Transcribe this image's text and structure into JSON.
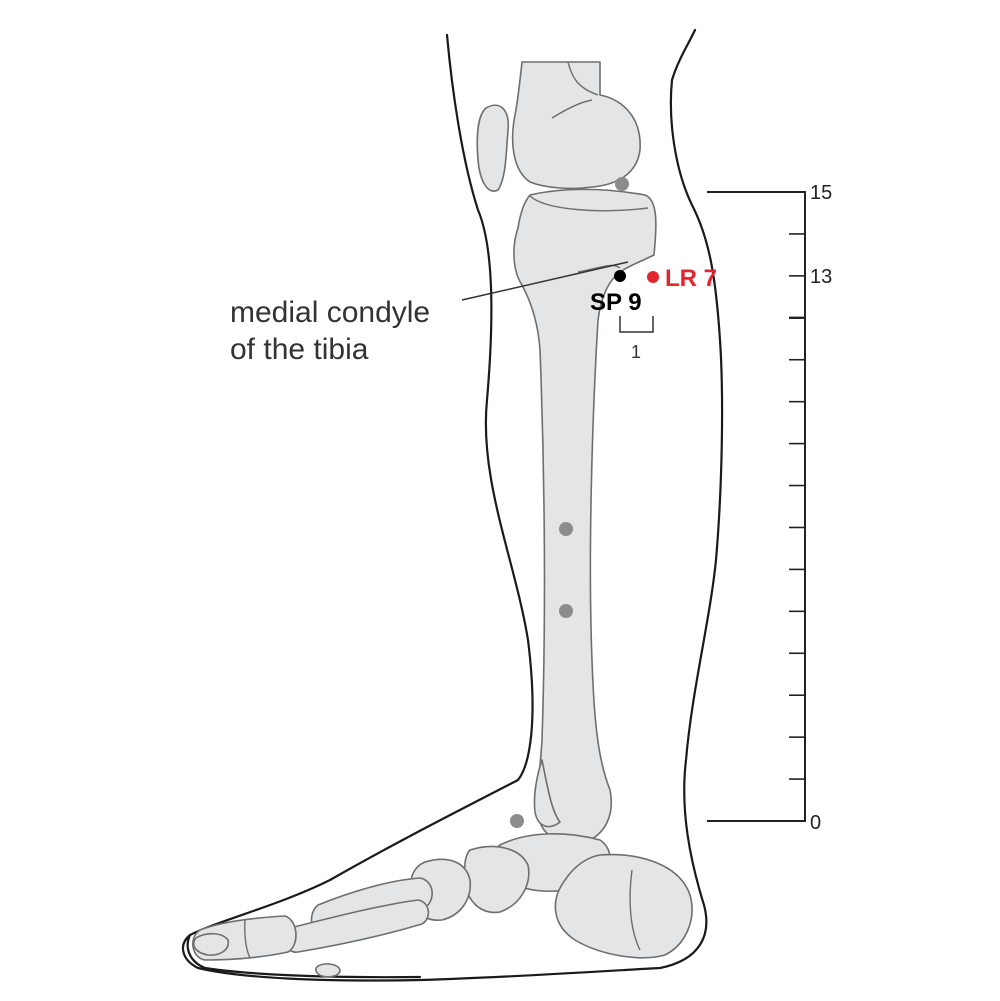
{
  "annotation": {
    "line1": "medial condyle",
    "line2": "of the tibia"
  },
  "points": [
    {
      "id": "SP 9",
      "label": "SP 9",
      "color": "#000000"
    },
    {
      "id": "LR 7",
      "label": "LR 7",
      "color": "#e3262d"
    }
  ],
  "width_marker": {
    "label": "1"
  },
  "scale": {
    "labels": {
      "top": "15",
      "mark": "13",
      "bottom": "0"
    }
  },
  "colors": {
    "bone_fill": "#e4e5e6",
    "bone_outline": "#6e6e6e",
    "skin_outline": "#1a1a1a",
    "reference_dots": "#8c8c8c",
    "highlight": "#e3262d"
  }
}
